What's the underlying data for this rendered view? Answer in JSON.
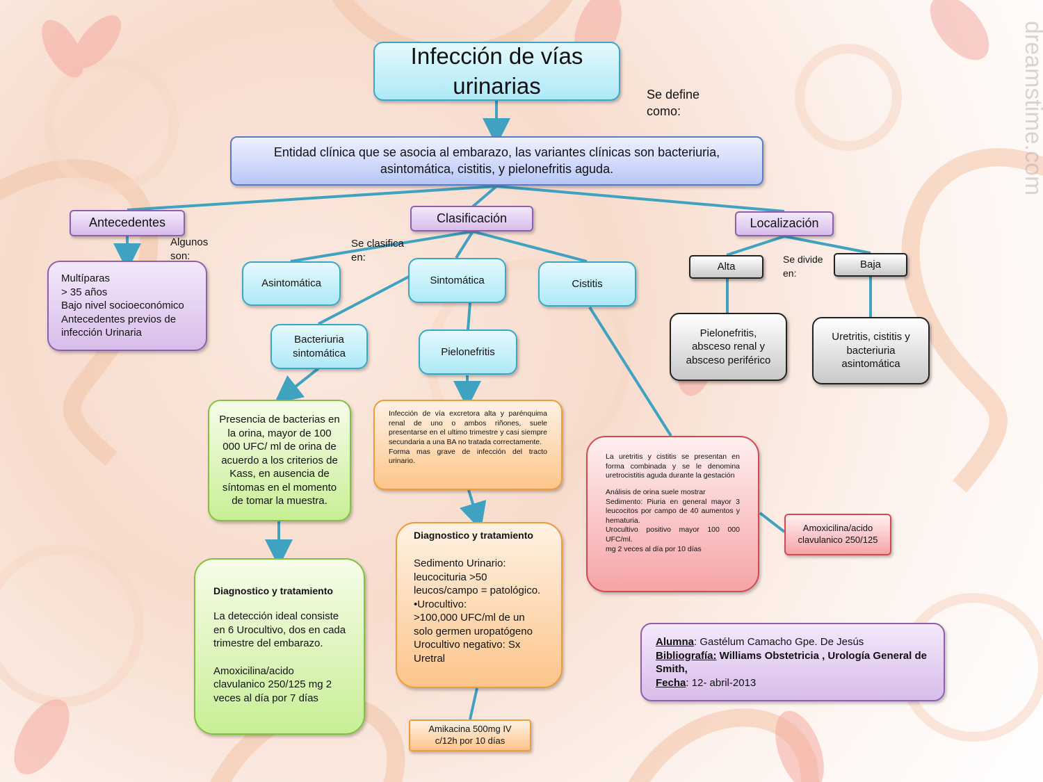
{
  "title": "Infección de vías urinarias",
  "connector_define": "Se define como:",
  "definition": "Entidad clínica que se asocia al embarazo, las variantes clínicas son bacteriuria, asintomática, cistitis, y pielonefritis aguda.",
  "antecedentes": {
    "label": "Antecedentes",
    "connector": "Algunos son:",
    "items": "Multíparas\n> 35 años\nBajo nivel socioeconómico\nAntecedentes previos de infección Urinaria"
  },
  "clasificacion": {
    "label": "Clasificación",
    "connector": "Se clasifica en:",
    "asintomatica": "Asintomática",
    "sintomatica": "Sintomática",
    "cistitis": "Cistitis",
    "bacteriuria_sintomatica": "Bacteriuria sintomática",
    "pielonefritis": "Pielonefritis"
  },
  "bacteriuria": {
    "definition": "Presencia de bacterias en la orina, mayor de 100 000 UFC/ ml de orina de acuerdo a los criterios de Kass, en ausencia de síntomas en el momento de tomar la muestra.",
    "dx_title": "Diagnostico y tratamiento",
    "dx_text": "La detección ideal consiste en 6 Urocultivo, dos en cada trimestre del embarazo.",
    "dx_treatment": "Amoxicilina/acido clavulanico 250/125 mg 2 veces al día por 7 días"
  },
  "pielo": {
    "definition_1": "Infección de vía excretora alta y parénquima renal de uno o ambos riñones, suele presentarse en el ultimo trimestre y casi siempre secundaria a una BA no tratada correctamente.",
    "definition_2": "Forma mas grave de infección del tracto urinario.",
    "dx_title": "Diagnostico y tratamiento",
    "dx_text": "Sedimento Urinario:\n leucocituria  >50 leucos/campo  = patológico.\n•Urocultivo:\n>100,000 UFC/ml de un solo germen uropatógeno\nUrocultivo negativo: Sx Uretral",
    "treatment": "Amikacina 500mg IV c/12h  por 10 días"
  },
  "cistitis_detail": {
    "p1": "La uretritis y cistitis  se presentan en forma combinada y se le denomina uretrocistitis aguda durante la gestación",
    "p2": "Análisis de orina suele mostrar",
    "p3": "Sedimento: Piuria en general mayor 3 leucocitos por campo de 40 aumentos y hematuria.",
    "p4": "Urocultivo positivo mayor 100 000 UFC/ml.",
    "p5": "mg 2 veces al día por 10 días",
    "treatment": "Amoxicilina/acido clavulanico 250/125"
  },
  "localizacion": {
    "label": "Localización",
    "connector": "Se divide en:",
    "alta": "Alta",
    "baja": "Baja",
    "alta_detail": "Pielonefritis, absceso renal y absceso periférico",
    "baja_detail": "Uretritis, cistitis y bacteriuria asintomática"
  },
  "credits": {
    "alumna_label": "Alumna",
    "alumna_value": ": Gastélum Camacho Gpe. De Jesús",
    "biblio_label": "Bibliografía:",
    "biblio_value": " Williams Obstetricia , Urología General de Smith,",
    "fecha_label": "Fecha",
    "fecha_value": ": 12- abril-2013"
  },
  "watermark": "dreamstime.com",
  "colors": {
    "connector_line": "#3fa2c0",
    "purple_box": "#d8bdea",
    "cyan_box": "#aee9f7",
    "green_box": "#c8ef95",
    "orange_box": "#fdc58b",
    "red_box": "#f6a3a6",
    "gray_box": "#c9c9c9"
  }
}
